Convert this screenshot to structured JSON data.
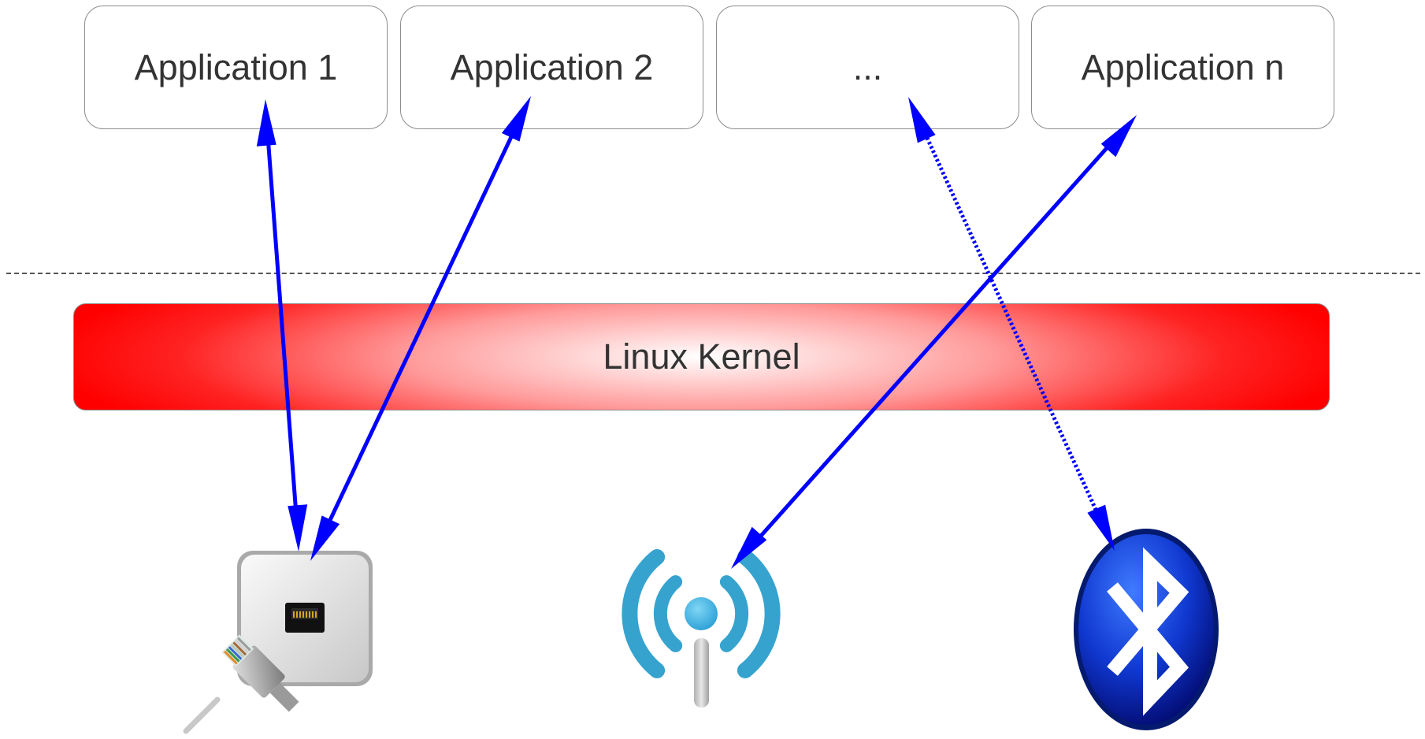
{
  "applications": [
    {
      "label": "Application 1"
    },
    {
      "label": "Application 2"
    },
    {
      "label": "..."
    },
    {
      "label": "Application n"
    }
  ],
  "kernel": {
    "label": "Linux Kernel"
  },
  "devices": [
    {
      "icon": "ethernet-port-icon"
    },
    {
      "icon": "wireless-antenna-icon"
    },
    {
      "icon": "bluetooth-icon"
    }
  ],
  "connections": [
    {
      "from": "Application 1",
      "to": "ethernet-port-icon",
      "style": "solid"
    },
    {
      "from": "Application 2",
      "to": "ethernet-port-icon",
      "style": "solid"
    },
    {
      "from": "...",
      "to": "bluetooth-icon",
      "style": "dotted"
    },
    {
      "from": "Application n",
      "to": "wireless-antenna-icon",
      "style": "solid"
    }
  ],
  "colors": {
    "arrow": "#0000ff",
    "kernel_edge": "#ff0000",
    "kernel_center": "#ffffff",
    "box_border": "#8c8c8c"
  }
}
